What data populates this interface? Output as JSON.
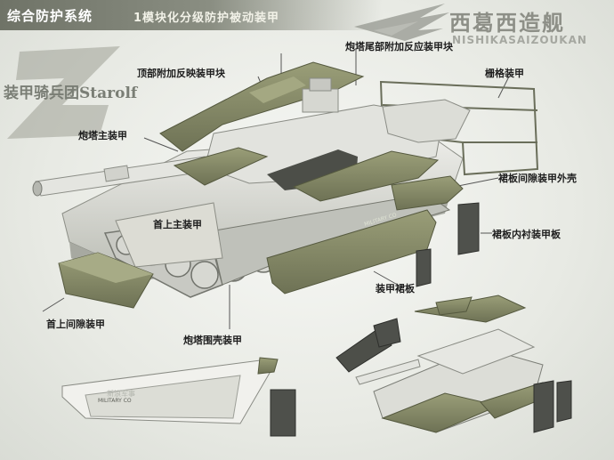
{
  "header": {
    "title": "综合防护系统",
    "subtitle": "1模块化分级防护被动装甲"
  },
  "logo": {
    "name_cn": "西葛西造舰",
    "name_en": "NISHIKASAIZOUKAN"
  },
  "watermark": {
    "big_letter": "Z",
    "text": "装甲骑兵团Starolf"
  },
  "labels": {
    "turret_rear_reactive": "炮塔尾部附加反应装甲块",
    "top_reactive": "顶部附加反映装甲块",
    "slat_armor": "栅格装甲",
    "turret_main_armor": "炮塔主装甲",
    "skirt_spaced_shell": "裙板间隙装甲外壳",
    "glacis_main_armor": "首上主装甲",
    "skirt_inner_plate": "裙板内衬装甲板",
    "armor_skirt": "装甲裙板",
    "glacis_spaced_armor": "首上间隙装甲",
    "turret_enclosure_armor": "炮塔围壳装甲"
  },
  "stencils": {
    "military": "MILITARY CO",
    "bottom_watermark": "新浪军事"
  },
  "colors": {
    "armor": "#8a8e6a",
    "armor_dark": "#6b6f52",
    "hull": "#d9dad3",
    "hull_shade": "#b9bbb3",
    "label": "#1e1e1e",
    "header": "#7b7f73"
  }
}
